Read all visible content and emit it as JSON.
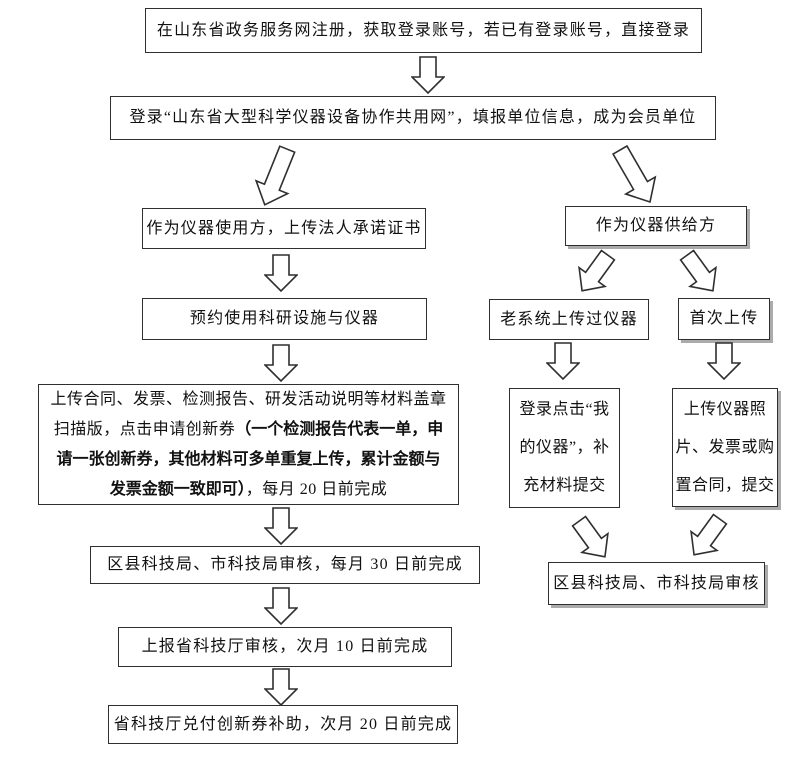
{
  "nodes": {
    "register": {
      "label": "在山东省政务服务网注册，获取登录账号，若已有登录账号，直接登录"
    },
    "login": {
      "label": "登录“山东省大型科学仪器设备协作共用网”，填报单位信息，成为会员单位"
    },
    "user_role": {
      "label": "作为仪器使用方，上传法人承诺证书"
    },
    "supplier_role": {
      "label": "作为仪器供给方"
    },
    "reserve": {
      "label": "预约使用科研设施与仪器"
    },
    "old_system": {
      "label": "老系统上传过仪器"
    },
    "first_upload": {
      "label": "首次上传"
    },
    "materials": {
      "normal_start": "上传合同、发票、检测报告、研发活动说明等材料盖章\n扫描版，点击申请创新券",
      "bold": "（一个检测报告代表一单，申\n请一张创新券，其他材料可多单重复上传，累计金额与\n发票金额一致即可）",
      "normal_end": "，每月 20 日前完成"
    },
    "my_instruments": {
      "label": "登录点击“我\n的仪器”，补\n充材料提交"
    },
    "upload_photos": {
      "label": "上传仪器照\n片、发票或购\n置合同，提交"
    },
    "district_city_review_deadline": {
      "label": "区县科技局、市科技局审核，每月 30 日前完成"
    },
    "district_city_review": {
      "label": "区县科技局、市科技局审核"
    },
    "province_review": {
      "label": "上报省科技厅审核，次月 10 日前完成"
    },
    "province_redeem": {
      "label": "省科技厅兑付创新券补助，次月 20 日前完成"
    }
  },
  "colors": {
    "border": "#2f2f2f",
    "text": "#111111",
    "background": "#ffffff",
    "shadow": "#ababab"
  }
}
